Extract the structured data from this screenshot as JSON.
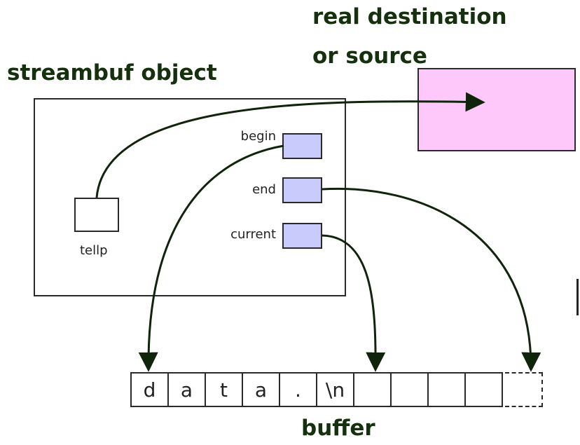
{
  "labels": {
    "destination_line1": "real destination",
    "destination_line2": "or source",
    "object_title": "streambuf object",
    "buffer": "buffer",
    "begin": "begin",
    "end": "end",
    "current": "current",
    "tellp": "tellp"
  },
  "buffer_cells": [
    "d",
    "a",
    "t",
    "a",
    ".",
    "\\n",
    "",
    "",
    "",
    ""
  ],
  "colors": {
    "title": "#14300c",
    "destination_fill": "#ffc8fb",
    "pointer_fill": "#c8cbfb",
    "arrow": "#0f240a"
  }
}
